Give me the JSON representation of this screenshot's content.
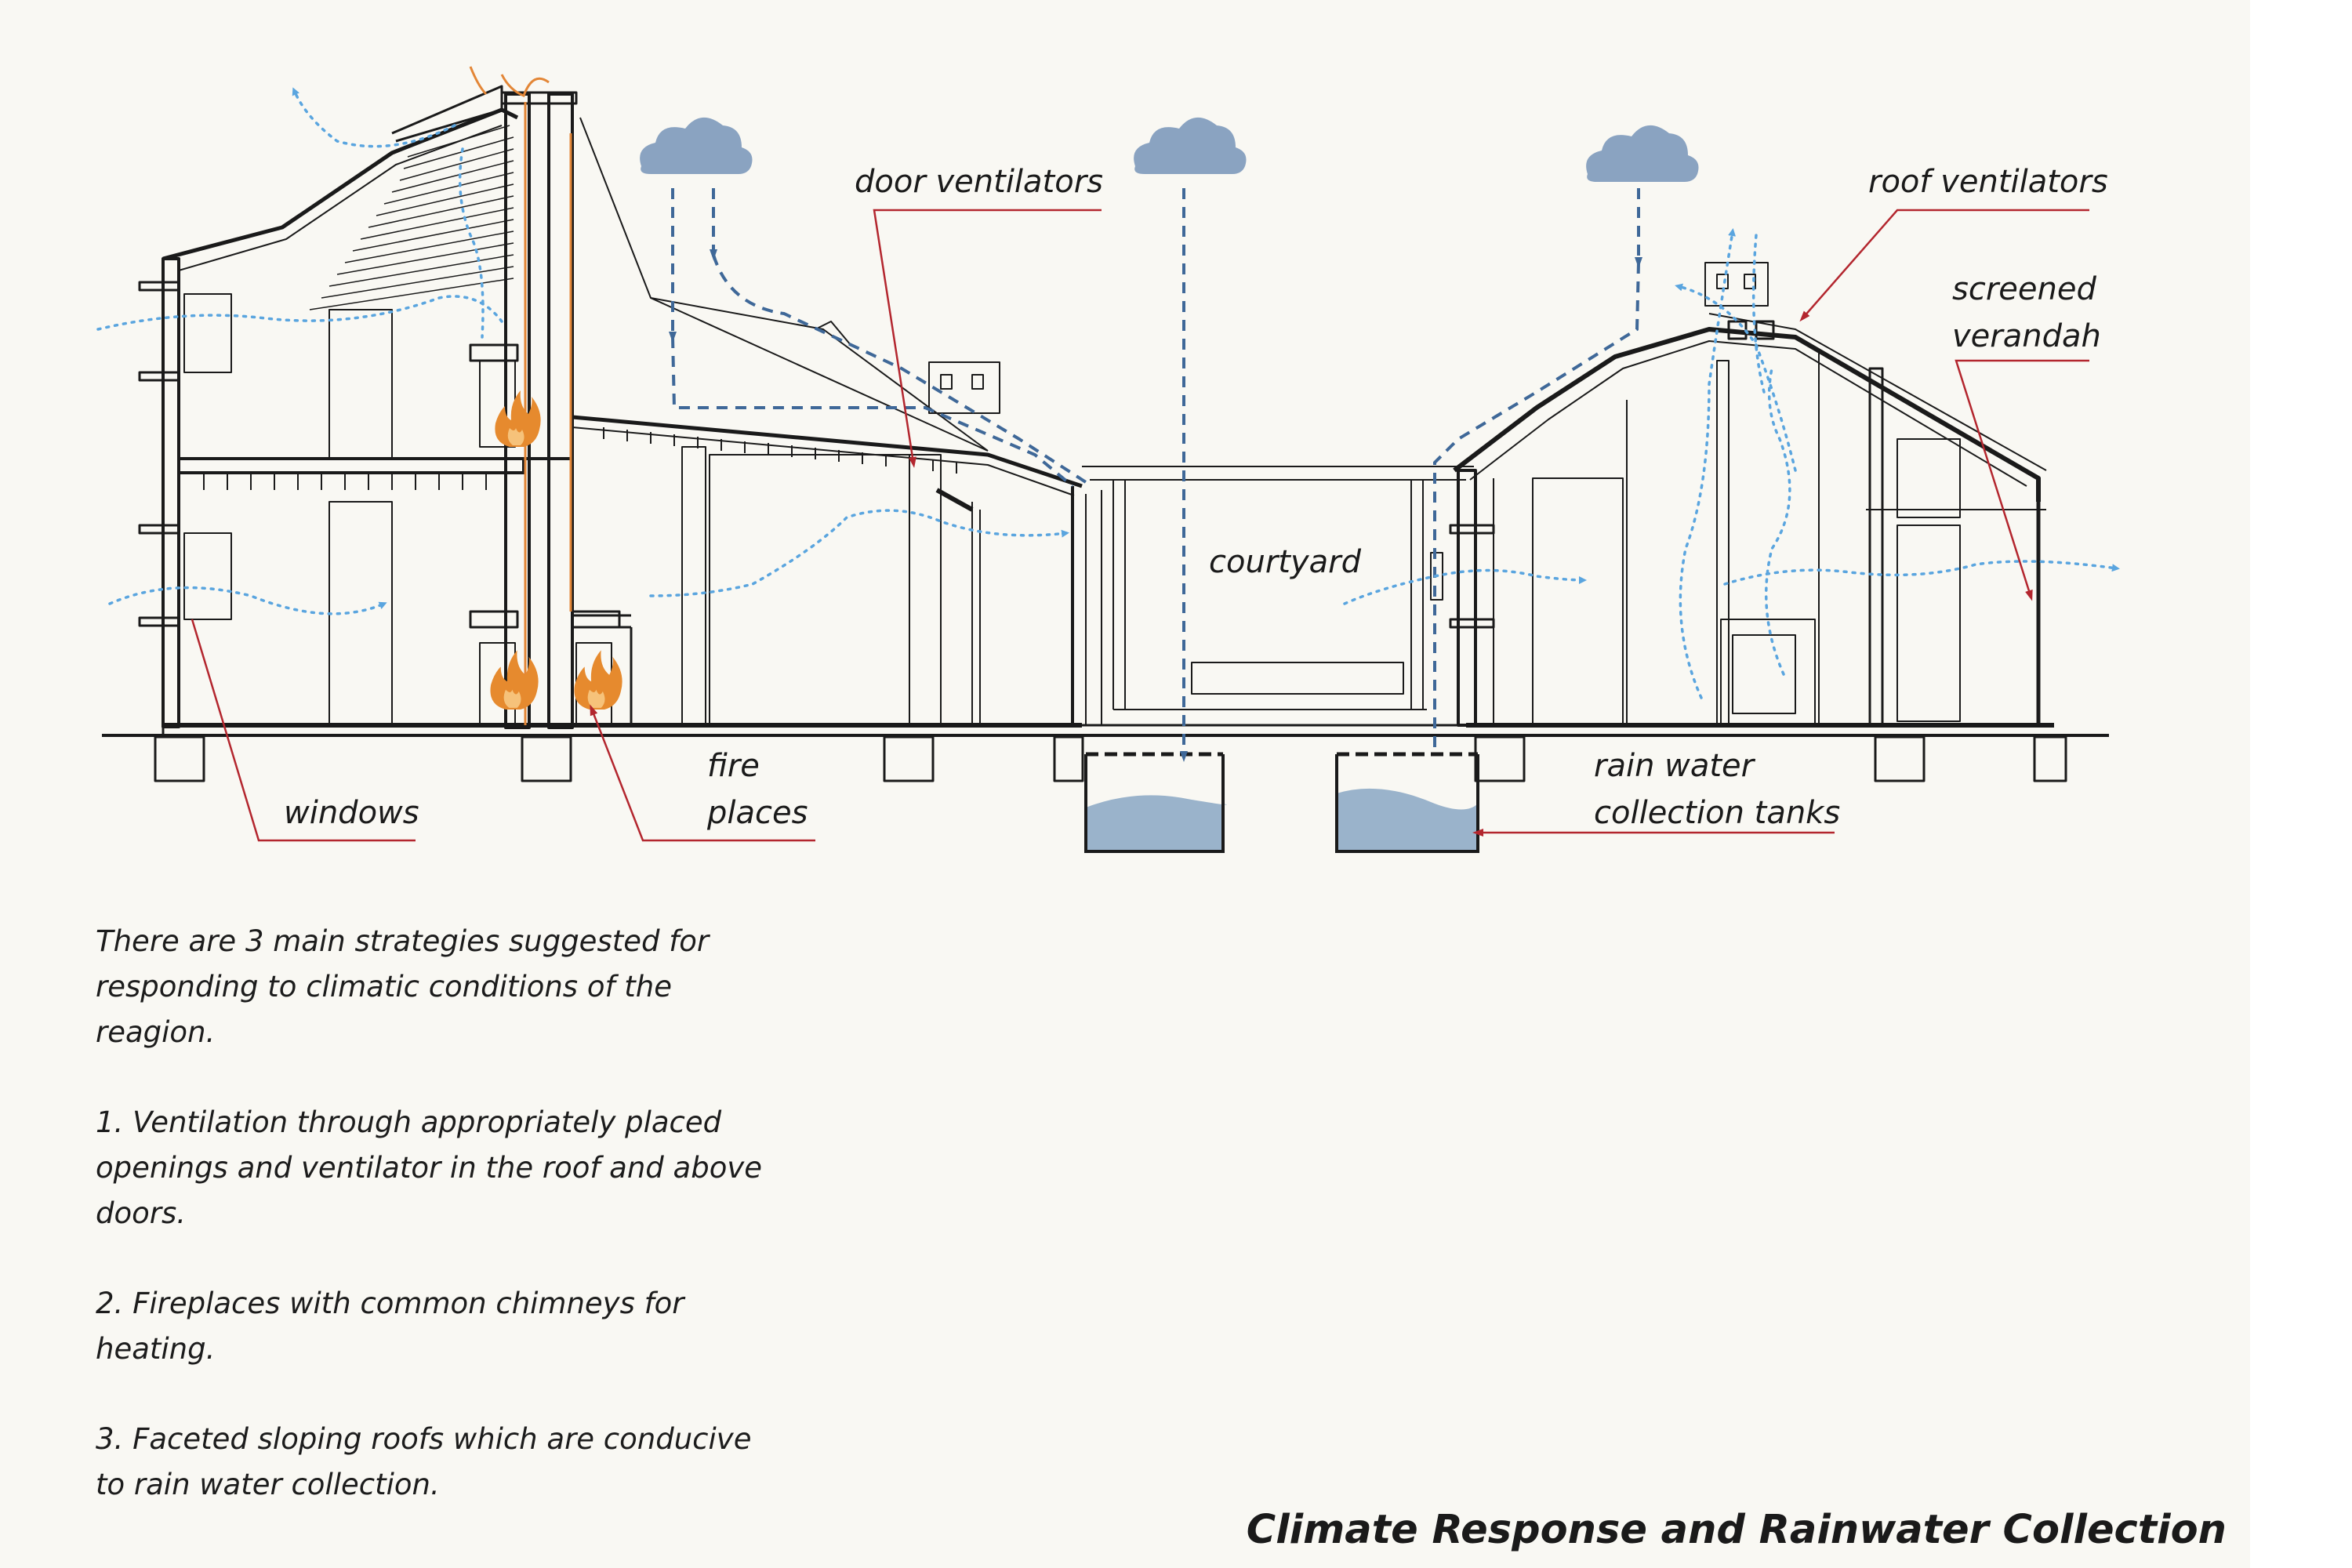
{
  "title": "Climate Response and Rainwater Collection",
  "labels": {
    "door_ventilators": "door ventilators",
    "roof_ventilators": "roof ventilators",
    "screened_verandah": [
      "screened",
      "verandah"
    ],
    "courtyard": "courtyard",
    "windows": "windows",
    "fire_places": [
      "fire",
      "places"
    ],
    "rain_water_tanks": [
      "rain water",
      "collection tanks"
    ]
  },
  "notes": {
    "intro": "There are 3 main strategies suggested for responding to climatic conditions of the reagion.",
    "items": [
      "1. Ventilation through appropriately placed openings and ventilator in the roof and above doors.",
      "2. Fireplaces with common chimneys for heating.",
      "3. Faceted sloping roofs which are conducive to rain water collection."
    ]
  },
  "colors": {
    "background": "#f9f8f3",
    "line": "#1a1a1a",
    "cloud": "#8aa3c1",
    "rain_dash": "#3f6898",
    "airflow": "#5aa5df",
    "leader": "#b3262e",
    "water": "#9ab3cb",
    "fire": "#e68a2e",
    "chimney_flue": "#e38636"
  },
  "icons": [
    "cloud-icon",
    "fire-icon",
    "airflow-arrow-icon"
  ]
}
